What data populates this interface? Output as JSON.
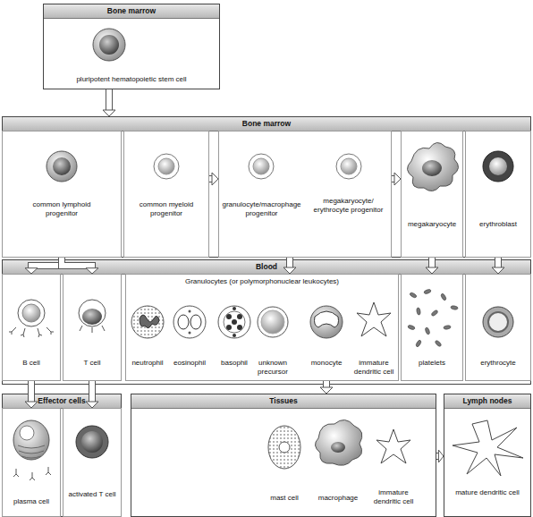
{
  "diagram": {
    "nodes": [
      {
        "text": [
          "Bone marrow",
          "pluripotent hematopoietic stem cell"
        ]
      },
      {
        "text": [
          "Bone marrow"
        ]
      },
      {
        "text": [
          "common lymphoid progenitor"
        ],
        "in": 1
      },
      {
        "text": [
          "common myeloid progenitor"
        ],
        "in": 1
      },
      {
        "text": [
          "granulocyte/macrophage progenitor",
          "megakaryocyte/ erythrocyte progenitor"
        ],
        "in": 1
      },
      {
        "text": [
          "megakaryocyte"
        ],
        "in": 1
      },
      {
        "text": [
          "erythroblast"
        ],
        "in": 1
      },
      {
        "text": [
          "Blood"
        ]
      },
      {
        "text": [
          "B cell"
        ],
        "in": 7
      },
      {
        "text": [
          "T cell"
        ],
        "in": 7
      },
      {
        "text": [
          "Granulocytes (or polymorphonuclear leukocytes)",
          "neutrophil",
          "eosinophil",
          "basophil",
          "unknown precursor",
          "monocyte",
          "immature dendritic cell"
        ],
        "in": 7
      },
      {
        "text": [
          "platelets"
        ],
        "in": 7
      },
      {
        "text": [
          "erythrocyte"
        ],
        "in": 7
      },
      {
        "text": [
          "Effector cells"
        ]
      },
      {
        "text": [
          "plasma cell"
        ],
        "in": 13
      },
      {
        "text": [
          "activated T cell"
        ],
        "in": 13
      },
      {
        "text": [
          "Tissues",
          "mast cell",
          "macrophage",
          "immature dendritic cell"
        ]
      },
      {
        "text": [
          "Lymph nodes",
          "mature dendritic cell"
        ]
      }
    ],
    "edges": [
      {
        "from": 0,
        "to": 1,
        "arrow": "to"
      },
      {
        "from": 3,
        "to": 4,
        "arrow": "to"
      },
      {
        "from": 4,
        "to": 5,
        "arrow": "to"
      },
      {
        "from": 4,
        "to": 10,
        "arrow": "to"
      },
      {
        "from": 2,
        "to": 8,
        "arrow": "to"
      },
      {
        "from": 2,
        "to": 9,
        "arrow": "to"
      },
      {
        "from": 5,
        "to": 11,
        "arrow": "to"
      },
      {
        "from": 6,
        "to": 12,
        "arrow": "to"
      },
      {
        "from": 8,
        "to": 14,
        "arrow": "to"
      },
      {
        "from": 9,
        "to": 15,
        "arrow": "to"
      },
      {
        "from": 10,
        "to": 16,
        "arrow": "to"
      },
      {
        "from": 16,
        "to": 17,
        "arrow": "to"
      }
    ]
  }
}
